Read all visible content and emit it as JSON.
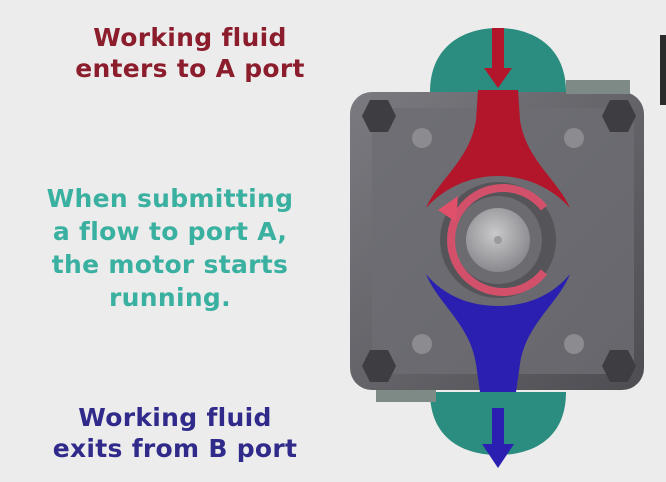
{
  "captions": {
    "inlet": [
      "Working fluid",
      "enters to A port"
    ],
    "description": [
      "When submitting",
      "a flow to port A,",
      "the motor starts",
      "running."
    ],
    "outlet": [
      "Working fluid",
      "exits from B port"
    ]
  },
  "colors": {
    "background": "#ececec",
    "inlet_text": "#8b1d2c",
    "description_text": "#39b0a0",
    "outlet_text": "#302a8a",
    "port_a_fluid": "#b3162a",
    "port_b_fluid": "#2a1fb0",
    "housing": "#5e5e62",
    "flange": "#2b8c80",
    "rotation_arrow": "#e0506a"
  },
  "icons": {
    "inlet_arrow": "arrow-down-icon",
    "outlet_arrow": "arrow-down-icon",
    "rotation": "counterclockwise-rotation-icon"
  }
}
